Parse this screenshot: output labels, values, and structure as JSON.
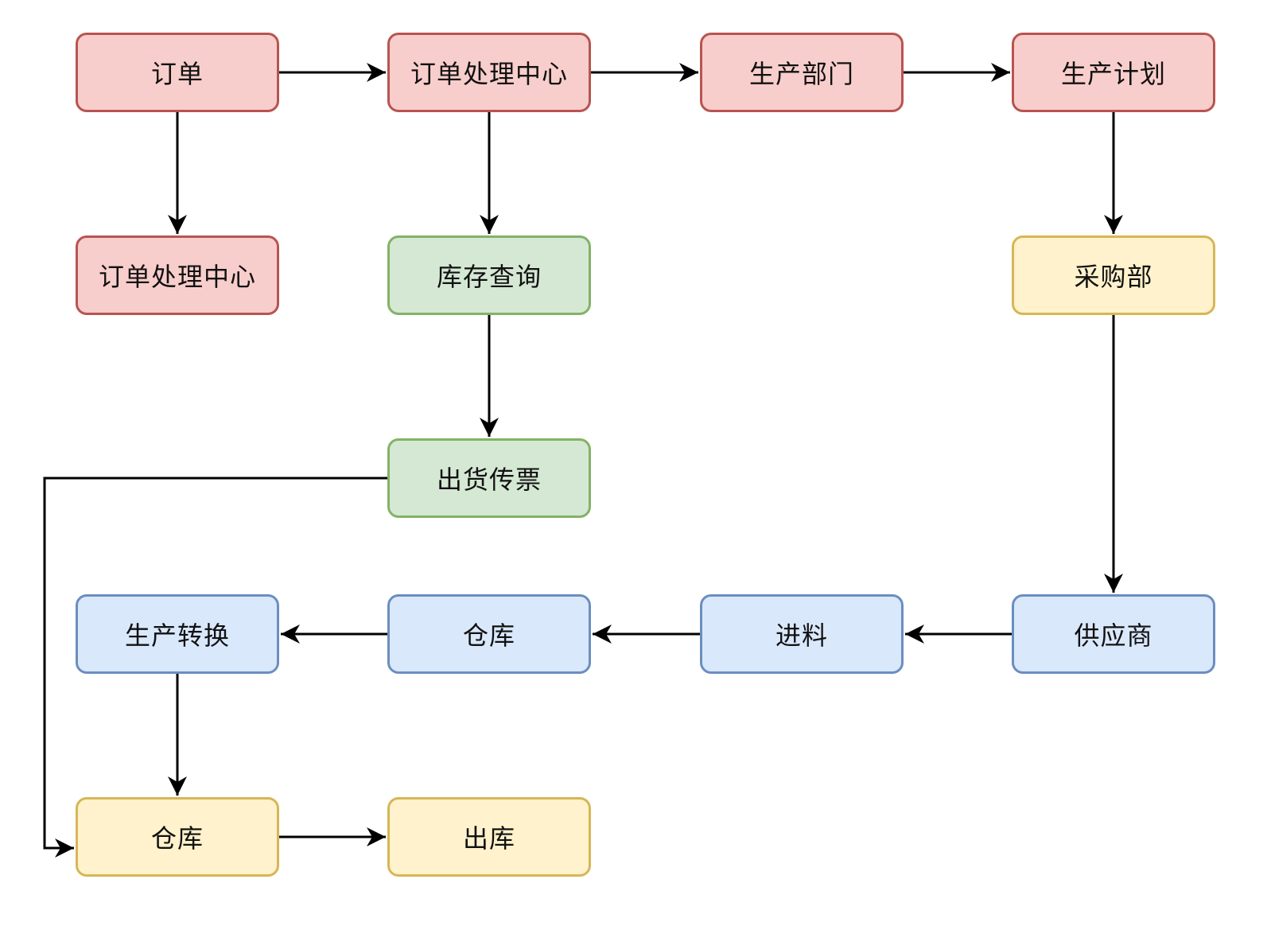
{
  "nodes": {
    "order": "订单",
    "order_center": "订单处理中心",
    "production_dept": "生产部门",
    "production_plan": "生产计划",
    "order_center_2": "订单处理中心",
    "inventory_query": "库存查询",
    "purchasing": "采购部",
    "shipping_ticket": "出货传票",
    "production_convert": "生产转换",
    "warehouse_1": "仓库",
    "incoming_material": "进料",
    "supplier": "供应商",
    "warehouse_2": "仓库",
    "outbound": "出库"
  },
  "colors": {
    "red_fill": "#f8cecc",
    "red_stroke": "#b85450",
    "green_fill": "#d5e8d4",
    "green_stroke": "#82b366",
    "yellow_fill": "#fff2cc",
    "yellow_stroke": "#d6b656",
    "blue_fill": "#dae8fc",
    "blue_stroke": "#6c8ebf",
    "edge": "#000000"
  },
  "edges": [
    {
      "from": "order",
      "to": "order_center"
    },
    {
      "from": "order_center",
      "to": "production_dept"
    },
    {
      "from": "production_dept",
      "to": "production_plan"
    },
    {
      "from": "order",
      "to": "order_center_2"
    },
    {
      "from": "order_center",
      "to": "inventory_query"
    },
    {
      "from": "production_plan",
      "to": "purchasing"
    },
    {
      "from": "inventory_query",
      "to": "shipping_ticket"
    },
    {
      "from": "purchasing",
      "to": "supplier"
    },
    {
      "from": "supplier",
      "to": "incoming_material"
    },
    {
      "from": "incoming_material",
      "to": "warehouse_1"
    },
    {
      "from": "warehouse_1",
      "to": "production_convert"
    },
    {
      "from": "production_convert",
      "to": "warehouse_2"
    },
    {
      "from": "shipping_ticket",
      "to": "warehouse_2"
    },
    {
      "from": "warehouse_2",
      "to": "outbound"
    }
  ]
}
